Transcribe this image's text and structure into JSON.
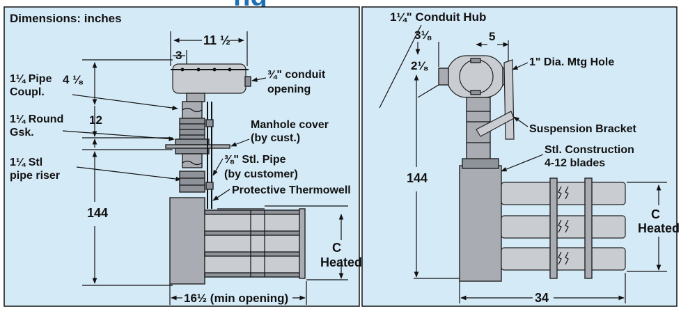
{
  "header_title_fragment": "ng",
  "panel_background": "#d5eaf7",
  "header_color": "#1d6fb5",
  "left_view": {
    "heading": "Dimensions: inches",
    "dim_width_top": "11 ½",
    "dim_3": "3",
    "dim_4": "4 ⅛",
    "dim_12": "12",
    "dim_144": "144",
    "dim_opening": "16½ (min opening)",
    "dim_c": "C",
    "dim_heated": "Heated",
    "label_pipe_coupl_1": "1¼ Pipe",
    "label_pipe_coupl_2": "Coupl.",
    "label_gasket_1": "1¼ Round",
    "label_gasket_2": "Gsk.",
    "label_riser_1": "1¼ Stl",
    "label_riser_2": "pipe riser",
    "label_conduit_1": "¾\" conduit",
    "label_conduit_2": "opening",
    "label_manhole_1": "Manhole cover",
    "label_manhole_2": "(by cust.)",
    "label_stl_pipe_1": "⅜\" Stl. Pipe",
    "label_stl_pipe_2": "(by customer)",
    "label_thermowell": "Protective Thermowell"
  },
  "right_view": {
    "label_hub": "1¼\" Conduit Hub",
    "dim_3_1_8": "3⅛",
    "dim_5": "5",
    "dim_2_1_8": "2⅛",
    "label_mtg_hole": "1\" Dia. Mtg Hole",
    "label_bracket": "Suspension Bracket",
    "label_construction_1": "Stl. Construction",
    "label_construction_2": "4-12 blades",
    "dim_144": "144",
    "dim_c": "C",
    "dim_heated": "Heated",
    "dim_34": "34"
  }
}
